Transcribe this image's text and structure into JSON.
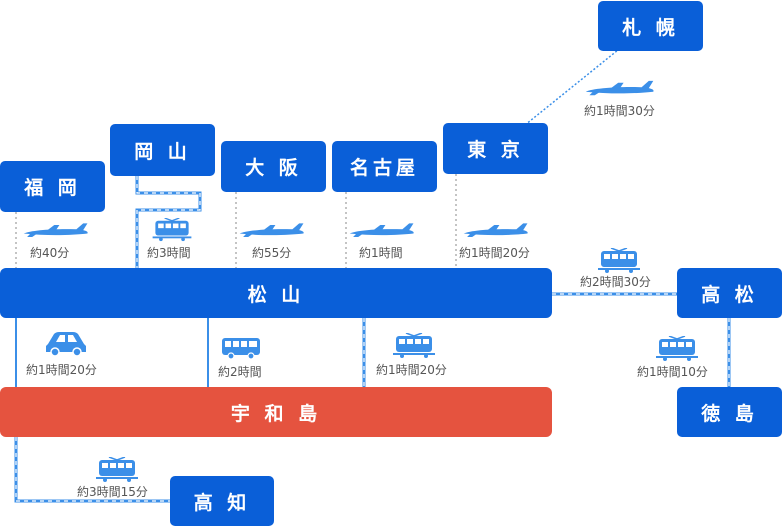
{
  "nodes": {
    "sapporo": "札 幌",
    "fukuoka": "福 岡",
    "okayama": "岡 山",
    "osaka": "大 阪",
    "nagoya": "名古屋",
    "tokyo": "東 京",
    "matsuyama": "松 山",
    "takamatsu": "高 松",
    "uwajima": "宇 和 島",
    "tokushima": "徳 島",
    "kochi": "高 知"
  },
  "routes": {
    "tokyo_sapporo": {
      "mode": "plane-icon",
      "time": "約1時間30分"
    },
    "fukuoka": {
      "mode": "plane-icon",
      "time": "約40分"
    },
    "okayama": {
      "mode": "train-icon",
      "time": "約3時間"
    },
    "osaka": {
      "mode": "plane-icon",
      "time": "約55分"
    },
    "nagoya": {
      "mode": "plane-icon",
      "time": "約1時間"
    },
    "tokyo": {
      "mode": "plane-icon",
      "time": "約1時間20分"
    },
    "takamatsu": {
      "mode": "train-icon",
      "time": "約2時間30分"
    },
    "uwajima_car": {
      "mode": "car-icon",
      "time": "約1時間20分"
    },
    "uwajima_bus": {
      "mode": "bus-icon",
      "time": "約2時間"
    },
    "uwajima_train": {
      "mode": "train-icon",
      "time": "約1時間20分"
    },
    "tokushima": {
      "mode": "train-icon",
      "time": "約1時間10分"
    },
    "kochi": {
      "mode": "train-icon",
      "time": "約3時間15分"
    }
  },
  "colors": {
    "blue": "#0a5fd8",
    "red": "#e5533f",
    "icon": "#3b8fe8"
  }
}
